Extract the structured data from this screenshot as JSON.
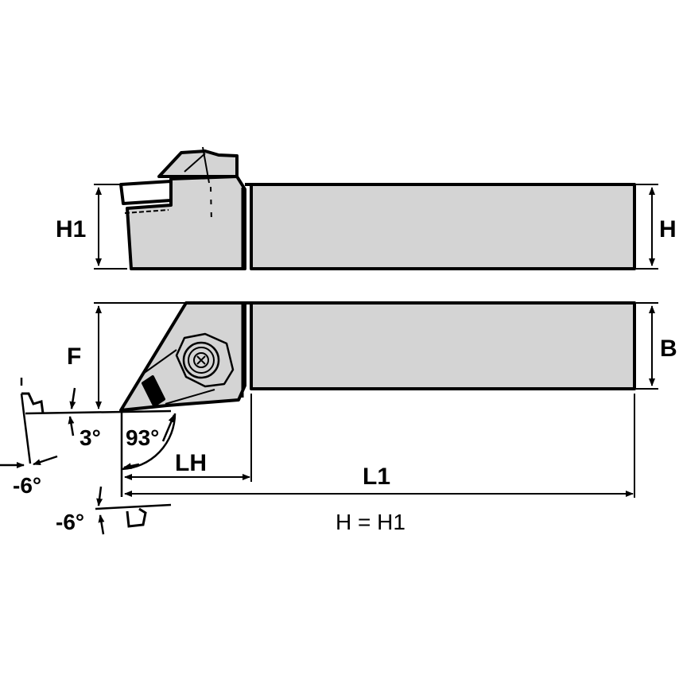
{
  "diagram": {
    "subject": "turning tool holder dimension drawing",
    "colors": {
      "fill": "#d4d4d4",
      "stroke": "#000000",
      "background": "#ffffff"
    },
    "side_view": {
      "dimensions": {
        "left": "H1",
        "right": "H"
      }
    },
    "top_view": {
      "dimensions": {
        "left": "F",
        "right": "B"
      }
    },
    "angles": {
      "clearance_angle": "3°",
      "approach_angle": "93°",
      "rake_left": "-6°",
      "rake_bottom": "-6°"
    },
    "length_dims": {
      "head_length": "LH",
      "overall_length": "L1"
    },
    "note": "H = H1"
  }
}
